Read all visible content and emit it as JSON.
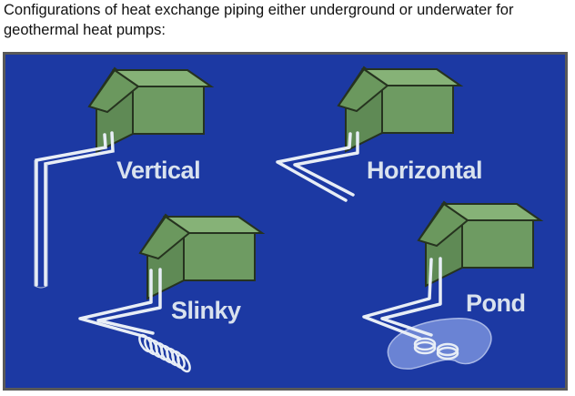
{
  "caption": {
    "line1": "Configurations of heat exchange piping either underground or underwater for",
    "line2": "geothermal heat pumps:"
  },
  "labels": {
    "vertical": "Vertical",
    "horizontal": "Horizontal",
    "slinky": "Slinky",
    "pond": "Pond"
  },
  "colors": {
    "background": "#1c39a3",
    "border": "#595959",
    "house_front": "#6f9a63",
    "house_side": "#5a8450",
    "roof": "#7fa872",
    "outline": "#2a3a28",
    "pipe": "#e8eef6",
    "pond": "#5f78cf"
  }
}
